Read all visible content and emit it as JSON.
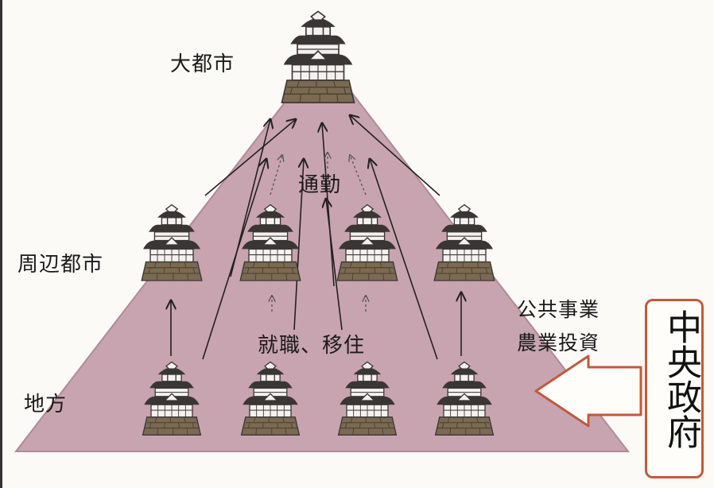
{
  "tiers": {
    "top": "大都市",
    "middle": "周辺都市",
    "bottom": "地方"
  },
  "flows": {
    "commute": "通勤",
    "employment_migration": "就職、移住"
  },
  "policy": {
    "line1": "公共事業",
    "line2": "農業投資"
  },
  "government": {
    "label": "中央政府"
  },
  "colors": {
    "pyramid_fill": "#c8a4b0",
    "pyramid_stroke": "#b08a98",
    "arrow_fill": "#fefdf9",
    "arrow_stroke": "#c05a3c",
    "castle_roof": "#3a3636",
    "castle_wall": "#f4f2ee",
    "castle_base": "#7a6a52"
  },
  "icons": {
    "castle": "japanese-castle-icon",
    "flow_arrow": "up-arrow-icon",
    "support_arrow": "hollow-left-arrow-icon"
  }
}
